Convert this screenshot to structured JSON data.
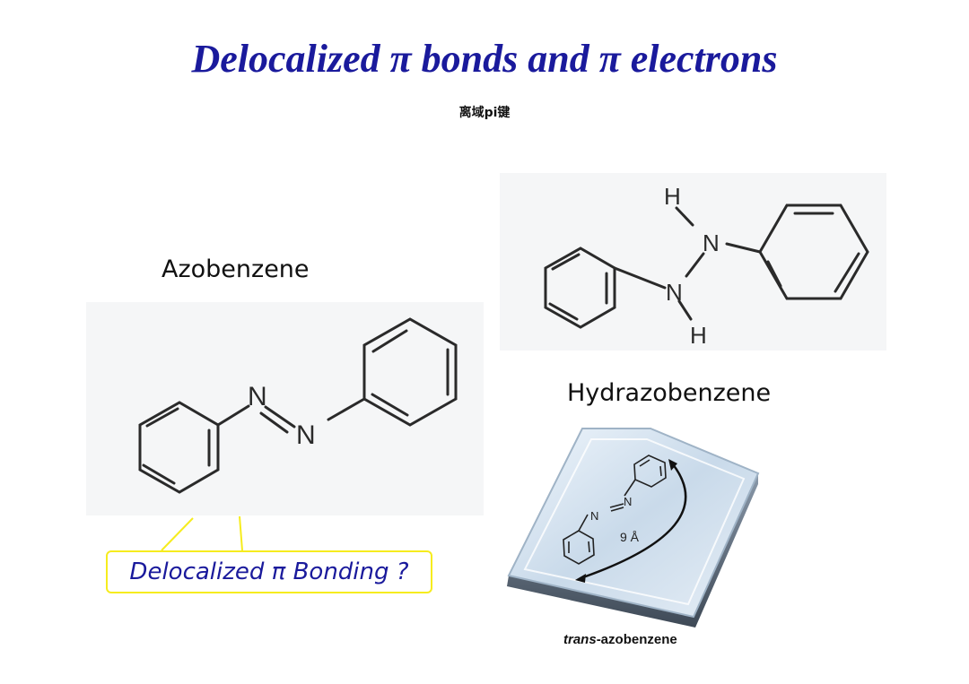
{
  "slide": {
    "title": "Delocalized π bonds and π electrons",
    "subtitle": "离域pi键"
  },
  "azobenzene": {
    "label": "Azobenzene",
    "atoms": [
      "N",
      "N"
    ]
  },
  "hydrazobenzene": {
    "label": "Hydrazobenzene",
    "atoms": [
      "H",
      "N",
      "N",
      "H"
    ]
  },
  "callout": {
    "text": "Delocalized π Bonding ?"
  },
  "trans_figure": {
    "atoms": [
      "N",
      "N"
    ],
    "distance_label": "9 Å",
    "caption_italic": "trans",
    "caption_rest": "-azobenzene"
  },
  "colors": {
    "title": "#1a1a9c",
    "callout_border": "#f6ec1e",
    "callout_text": "#1a1a9c",
    "panel_bg": "#f5f6f7"
  }
}
